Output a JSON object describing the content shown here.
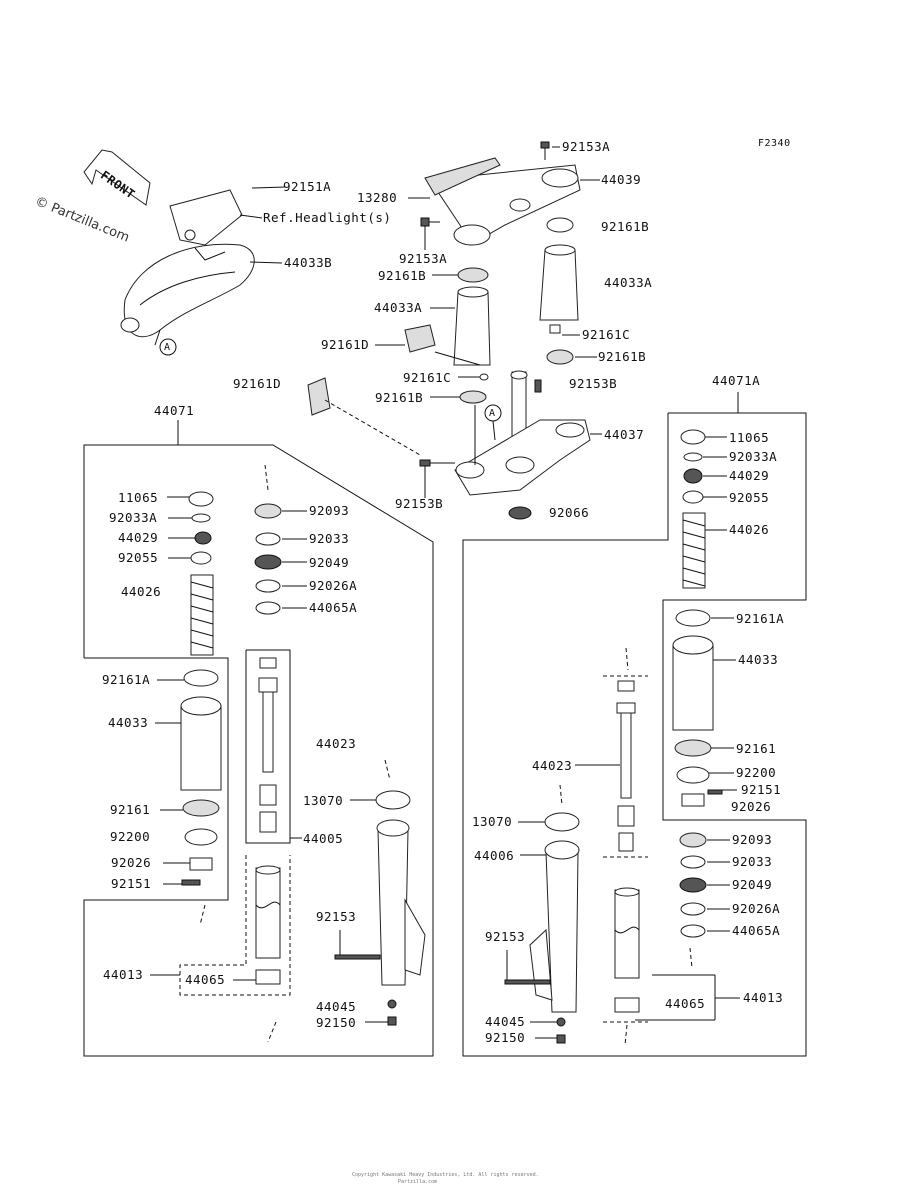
{
  "diagram_code": "F2340",
  "watermark": "© Partzilla.com",
  "front_label": "FRONT",
  "callout_a": "A",
  "footer_line1": "Copyright Kawasaki Heavy Industries, Ltd. All rights reserved.",
  "footer_line2": "Partzilla.com",
  "labels": {
    "p92153A_top": "92153A",
    "p44039": "44039",
    "p13280": "13280",
    "p92161B_1": "92161B",
    "p92153A_mid": "92153A",
    "p92161B_2": "92161B",
    "p44033A_r": "44033A",
    "p44033A_l": "44033A",
    "p92161C_r": "92161C",
    "p92161D_1": "92161D",
    "p92161B_3": "92161B",
    "p92161C_l": "92161C",
    "p92153B_r": "92153B",
    "p92161D_2": "92161D",
    "p92161B_4": "92161B",
    "p44037": "44037",
    "p92153B_l": "92153B",
    "p92066": "92066",
    "p92151A": "92151A",
    "refHeadlight": "Ref.Headlight(s)",
    "p44033B": "44033B",
    "p44071": "44071",
    "p44071A": "44071A",
    "L_11065": "11065",
    "L_92033A": "92033A",
    "L_44029": "44029",
    "L_92055": "92055",
    "L_44026": "44026",
    "L_92161A": "92161A",
    "L_44033": "44033",
    "L_92161": "92161",
    "L_92200": "92200",
    "L_92026": "92026",
    "L_92151": "92151",
    "L_92093": "92093",
    "L_92033": "92033",
    "L_92049": "92049",
    "L_92026A": "92026A",
    "L_44065A": "44065A",
    "L_44023": "44023",
    "L_13070": "13070",
    "L_44005": "44005",
    "L_92153": "92153",
    "L_44013": "44013",
    "L_44065": "44065",
    "L_44045": "44045",
    "L_92150": "92150",
    "R_11065": "11065",
    "R_92033A": "92033A",
    "R_44029": "44029",
    "R_92055": "92055",
    "R_44026": "44026",
    "R_92161A": "92161A",
    "R_44033": "44033",
    "R_92161": "92161",
    "R_92200": "92200",
    "R_92151": "92151",
    "R_92026": "92026",
    "R_92093": "92093",
    "R_92033": "92033",
    "R_92049": "92049",
    "R_92026A": "92026A",
    "R_44065A": "44065A",
    "R_44023": "44023",
    "R_13070": "13070",
    "R_44006": "44006",
    "R_92153": "92153",
    "R_44013": "44013",
    "R_44065": "44065",
    "R_44045": "44045",
    "R_92150": "92150"
  }
}
